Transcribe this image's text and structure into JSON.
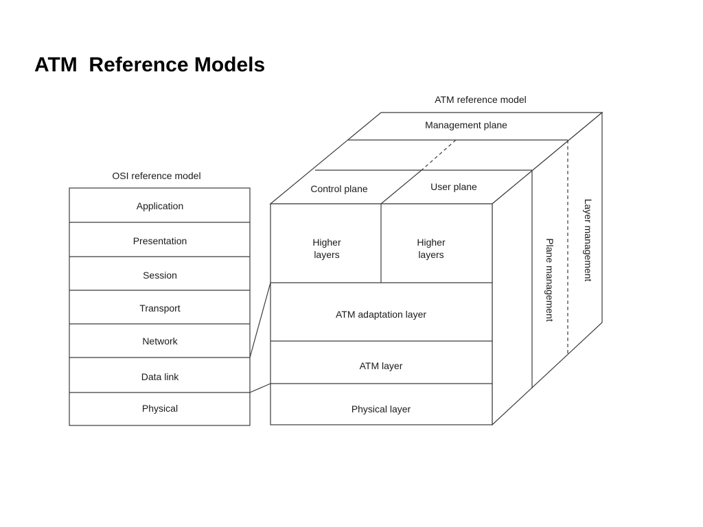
{
  "title": "ATM  Reference Models",
  "osi": {
    "caption": "OSI reference model",
    "layers": [
      "Application",
      "Presentation",
      "Session",
      "Transport",
      "Network",
      "Data link",
      "Physical"
    ]
  },
  "atm": {
    "caption": "ATM reference model",
    "management_plane": "Management plane",
    "control_plane": "Control plane",
    "user_plane": "User plane",
    "control_higher_1": "Higher",
    "control_higher_2": "layers",
    "user_higher_1": "Higher",
    "user_higher_2": "layers",
    "aal": "ATM adaptation layer",
    "atm_layer": "ATM layer",
    "physical_layer": "Physical layer",
    "plane_management": "Plane management",
    "layer_management": "Layer management"
  }
}
